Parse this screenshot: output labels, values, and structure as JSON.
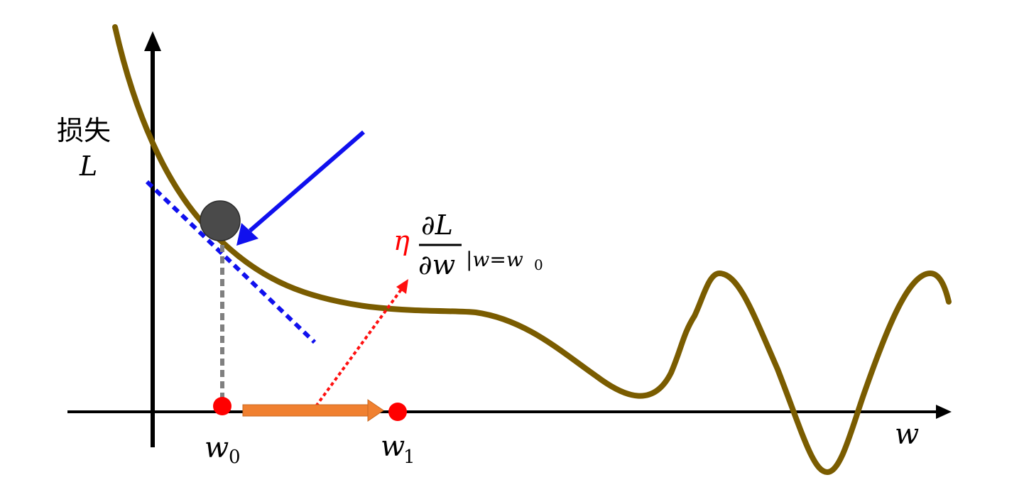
{
  "labels": {
    "y_axis_name": "损失",
    "y_axis_symbol": "L",
    "x_axis_symbol": "w",
    "w0_base": "w",
    "w0_sub": "0",
    "w1_base": "w",
    "w1_sub": "1",
    "eta": "η",
    "grad_num": "∂L",
    "grad_den": "∂w",
    "grad_eval": "|w=w",
    "grad_eval_sub": "0"
  },
  "colors": {
    "curve": "#7a5c00",
    "axis": "#000000",
    "tangent": "#1010ee",
    "force_arrow": "#1010ee",
    "ball": "#4a4a4a",
    "point": "#ff0000",
    "step_arrow": "#f08030",
    "drop_line": "#808080",
    "gradient_arrow": "#ff0000"
  }
}
